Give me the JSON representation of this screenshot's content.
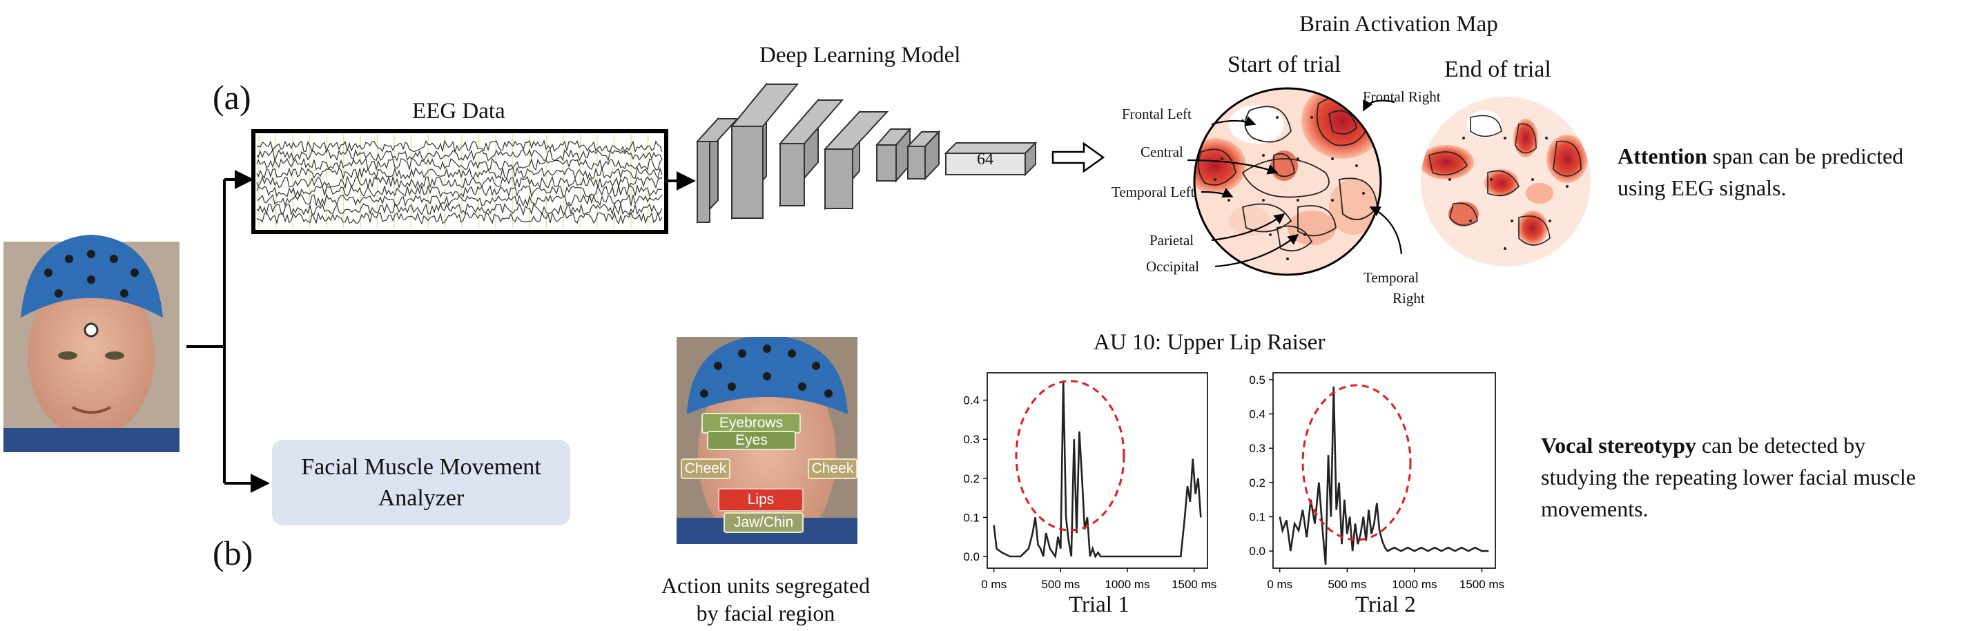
{
  "panel_a": "(a)",
  "panel_b": "(b)",
  "eeg_title": "EEG Data",
  "dl_title": "Deep Learning Model",
  "dl_output": "64",
  "brain_map": {
    "title": "Brain Activation Map",
    "start": "Start of trial",
    "end": "End of trial",
    "regions": {
      "frontal_left": "Frontal Left",
      "frontal_right": "Frontal Right",
      "central": "Central",
      "temporal_left": "Temporal Left",
      "parietal": "Parietal",
      "occipital": "Occipital",
      "temporal_right_1": "Temporal",
      "temporal_right_2": "Right"
    }
  },
  "attention_text": {
    "bold": "Attention",
    "rest1": " span can be predicted",
    "line2": "using EEG signals."
  },
  "analyzer": {
    "line1": "Facial Muscle Movement",
    "line2": "Analyzer"
  },
  "face_regions": {
    "eyebrows": "Eyebrows",
    "eyes": "Eyes",
    "cheek_left": "Cheek",
    "cheek_right": "Cheek",
    "lips": "Lips",
    "jaw": "Jaw/Chin"
  },
  "face_caption": {
    "line1": "Action units segregated",
    "line2": "by facial region"
  },
  "vocal_text": {
    "bold": "Vocal stereotypy",
    "rest1": " can be detected by",
    "line2": "studying the repeating lower facial muscle",
    "line3": "movements."
  },
  "colors": {
    "accent_red": "#d7301f",
    "box_blue": "#dce4f1",
    "cap_blue": "#2f6db5",
    "lips_red": "#d9392c",
    "label_green": "#8fa65a"
  },
  "chart_data": [
    {
      "type": "line",
      "title": "AU 10: Upper Lip Raiser",
      "xlabel": "Trial 1",
      "x_ticks": [
        "0 ms",
        "500 ms",
        "1000 ms",
        "1500 ms"
      ],
      "y_ticks": [
        "0.0",
        "0.1",
        "0.2",
        "0.3",
        "0.4"
      ],
      "xlim": [
        -50,
        1600
      ],
      "ylim": [
        -0.03,
        0.47
      ],
      "series": [
        {
          "x": [
            0,
            20,
            60,
            120,
            200,
            260,
            290,
            310,
            330,
            350,
            370,
            390,
            420,
            440,
            460,
            480,
            500,
            520,
            540,
            560,
            580,
            600,
            620,
            640,
            660,
            680,
            700,
            720,
            740,
            760,
            780,
            800,
            900,
            1000,
            1100,
            1200,
            1300,
            1400,
            1430,
            1450,
            1470,
            1490,
            1510,
            1530,
            1550
          ],
          "y": [
            0.08,
            0.02,
            0.01,
            0.0,
            0.0,
            0.02,
            0.06,
            0.1,
            0.03,
            0.02,
            0.0,
            0.06,
            0.02,
            0.01,
            0.0,
            0.05,
            0.02,
            0.45,
            0.1,
            0.04,
            0.0,
            0.3,
            0.06,
            0.32,
            0.2,
            0.07,
            0.1,
            0.0,
            0.02,
            0.0,
            0.01,
            0.0,
            0.0,
            0.0,
            0.0,
            0.0,
            0.0,
            0.0,
            0.1,
            0.18,
            0.14,
            0.25,
            0.16,
            0.2,
            0.1
          ]
        }
      ],
      "annotation": "red dashed ellipse around 300–900 ms"
    },
    {
      "type": "line",
      "title": "",
      "xlabel": "Trial 2",
      "x_ticks": [
        "0 ms",
        "500 ms",
        "1000 ms",
        "1500 ms"
      ],
      "y_ticks": [
        "0.0",
        "0.1",
        "0.2",
        "0.3",
        "0.4",
        "0.5"
      ],
      "xlim": [
        -50,
        1600
      ],
      "ylim": [
        -0.05,
        0.52
      ],
      "series": [
        {
          "x": [
            0,
            20,
            50,
            80,
            110,
            140,
            170,
            200,
            230,
            260,
            290,
            320,
            340,
            360,
            380,
            400,
            420,
            440,
            460,
            480,
            500,
            520,
            540,
            560,
            580,
            600,
            620,
            640,
            660,
            680,
            700,
            720,
            740,
            760,
            780,
            800,
            850,
            900,
            950,
            1000,
            1050,
            1100,
            1150,
            1200,
            1250,
            1300,
            1350,
            1400,
            1450,
            1500,
            1550
          ],
          "y": [
            0.1,
            0.06,
            0.09,
            0.0,
            0.08,
            0.06,
            0.12,
            0.04,
            0.15,
            0.08,
            0.2,
            0.05,
            -0.04,
            0.28,
            0.1,
            0.48,
            0.12,
            0.2,
            0.02,
            0.15,
            0.05,
            0.1,
            0.0,
            0.08,
            0.02,
            0.05,
            0.1,
            0.03,
            0.12,
            0.05,
            0.08,
            0.14,
            0.06,
            0.03,
            0.01,
            0.0,
            0.01,
            0.0,
            0.01,
            0.0,
            0.01,
            0.0,
            0.01,
            0.0,
            0.01,
            0.0,
            0.01,
            0.0,
            0.01,
            0.0,
            0.0
          ]
        }
      ],
      "annotation": "red dashed ellipse around 200–800 ms"
    }
  ]
}
